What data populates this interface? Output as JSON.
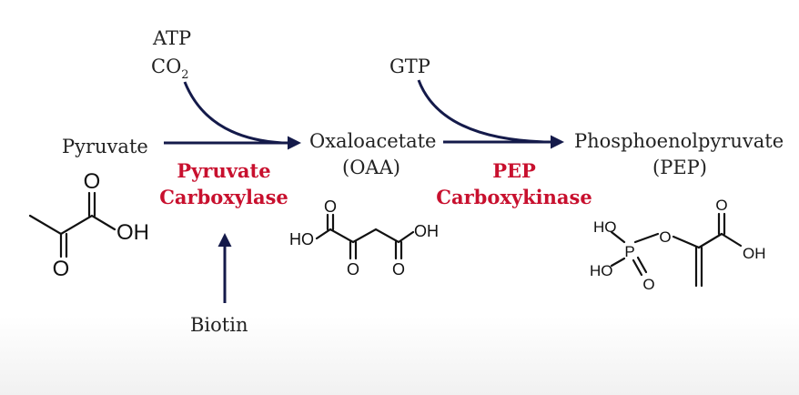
{
  "colors": {
    "arrow": "#141a4a",
    "enzyme": "#c8102e",
    "text": "#222222"
  },
  "cofactors": {
    "atp": "ATP",
    "co2_base": "CO",
    "co2_sub": "2",
    "gtp": "GTP",
    "biotin": "Biotin"
  },
  "metabolites": {
    "pyruvate": "Pyruvate",
    "oxaloacetate": "Oxaloacetate",
    "oaa_abbrev": "(OAA)",
    "pep_name": "Phosphoenolpyruvate",
    "pep_abbrev": "(PEP)"
  },
  "enzymes": {
    "pc_line1": "Pyruvate",
    "pc_line2": "Carboxylase",
    "pepck_line1": "PEP",
    "pepck_line2": "Carboxykinase"
  },
  "atoms": {
    "oxygen": "O",
    "hydroxyl": "OH",
    "hydroxyl_left": "HO",
    "phosphorus": "P"
  }
}
